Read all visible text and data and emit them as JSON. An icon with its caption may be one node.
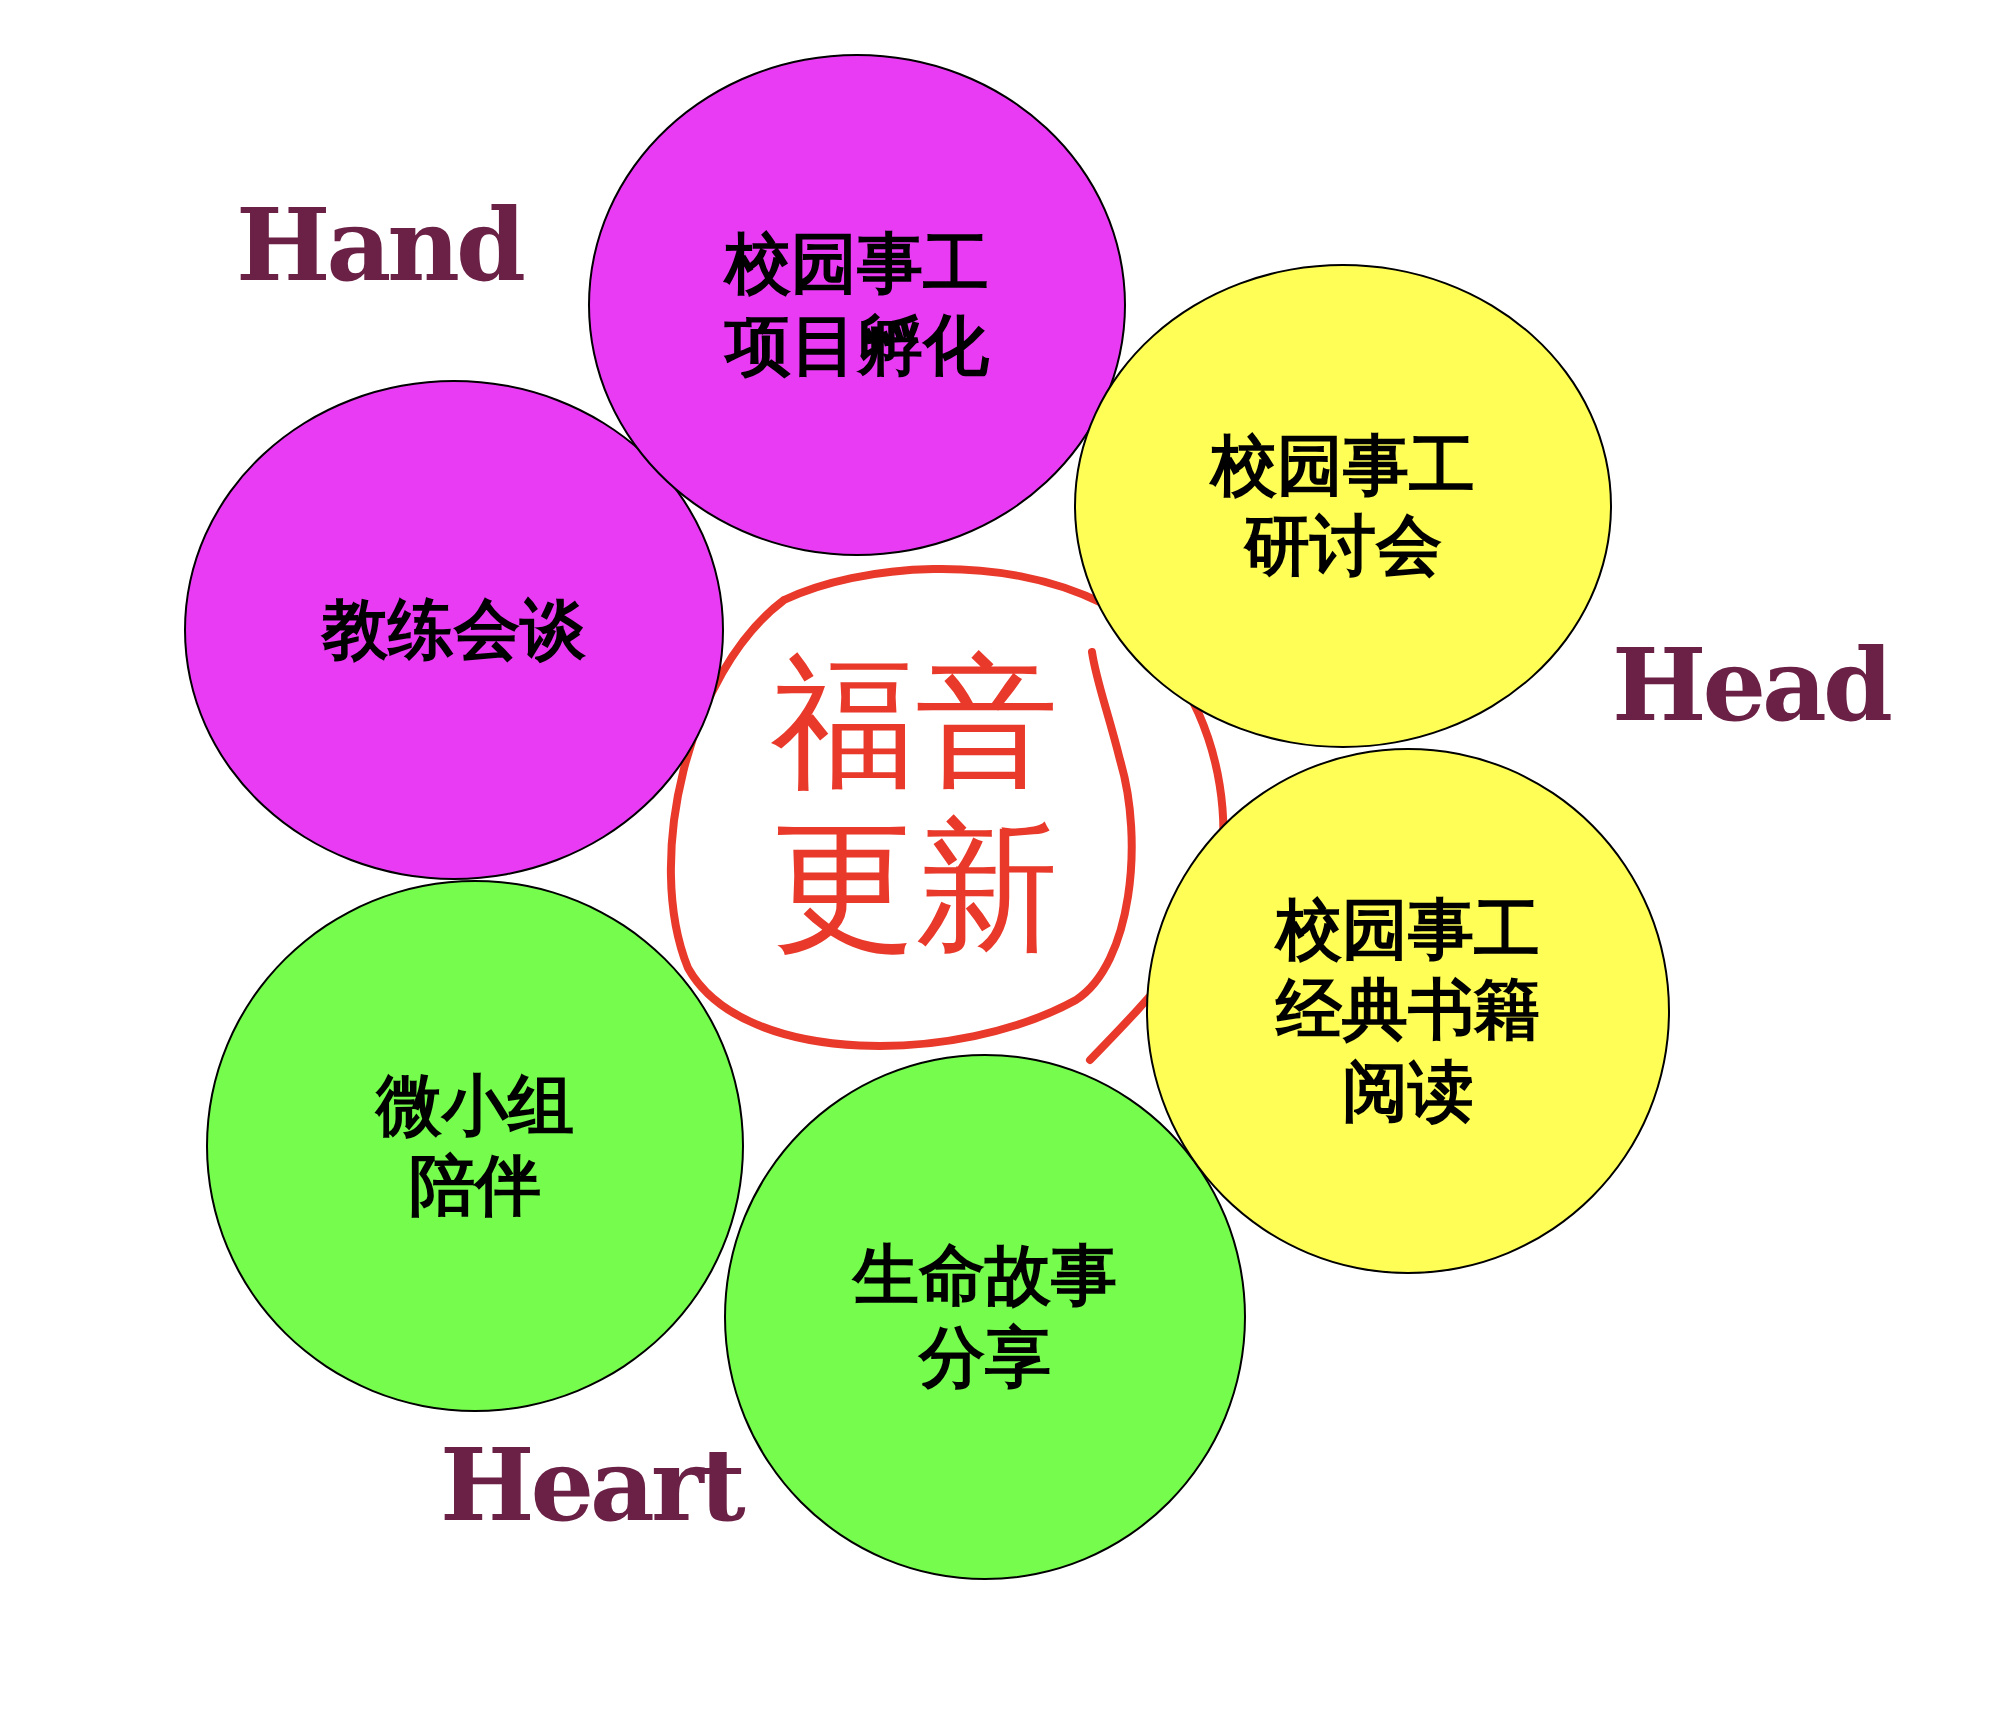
{
  "diagram": {
    "nodes": [
      {
        "text": [
          "校园事工项目孵化"
        ]
      },
      {
        "text": [
          "校园事工研讨会"
        ]
      },
      {
        "text": [
          "教练会谈"
        ]
      },
      {
        "text": [
          "福音更新"
        ]
      },
      {
        "text": [
          "校园事工经典书籍阅读"
        ]
      },
      {
        "text": [
          "微小组陪伴"
        ]
      },
      {
        "text": [
          "生命故事分享"
        ]
      }
    ],
    "labels": [
      "Hand",
      "Head",
      "Heart"
    ]
  }
}
